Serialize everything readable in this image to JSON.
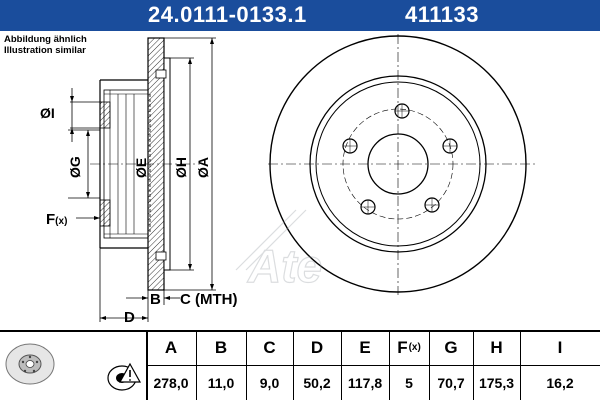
{
  "header": {
    "part_number": "24.0111-0133.1",
    "article_code": "411133",
    "background_color": "#1a4d9c",
    "text_color": "#ffffff"
  },
  "notes": {
    "german": "Abbildung ähnlich",
    "english": "Illustration similar"
  },
  "drawing": {
    "dimension_labels": {
      "I": "ØI",
      "G": "ØG",
      "E": "ØE",
      "H": "ØH",
      "A": "ØA",
      "F": "F",
      "F_sub": "(x)",
      "B": "B",
      "C": "C (MTH)",
      "D": "D"
    },
    "logo_text": "Ate",
    "icons": [
      "brake-disc-thumbnail-icon",
      "disc-warning-icon"
    ]
  },
  "spec_table": {
    "headers": [
      {
        "key": "A",
        "label": "A",
        "sub": ""
      },
      {
        "key": "B",
        "label": "B",
        "sub": ""
      },
      {
        "key": "C",
        "label": "C",
        "sub": ""
      },
      {
        "key": "D",
        "label": "D",
        "sub": ""
      },
      {
        "key": "E",
        "label": "E",
        "sub": ""
      },
      {
        "key": "F",
        "label": "F",
        "sub": "(x)"
      },
      {
        "key": "G",
        "label": "G",
        "sub": ""
      },
      {
        "key": "H",
        "label": "H",
        "sub": ""
      },
      {
        "key": "I",
        "label": "I",
        "sub": ""
      }
    ],
    "values": [
      "278,0",
      "11,0",
      "9,0",
      "50,2",
      "117,8",
      "5",
      "70,7",
      "175,3",
      "16,2"
    ]
  }
}
